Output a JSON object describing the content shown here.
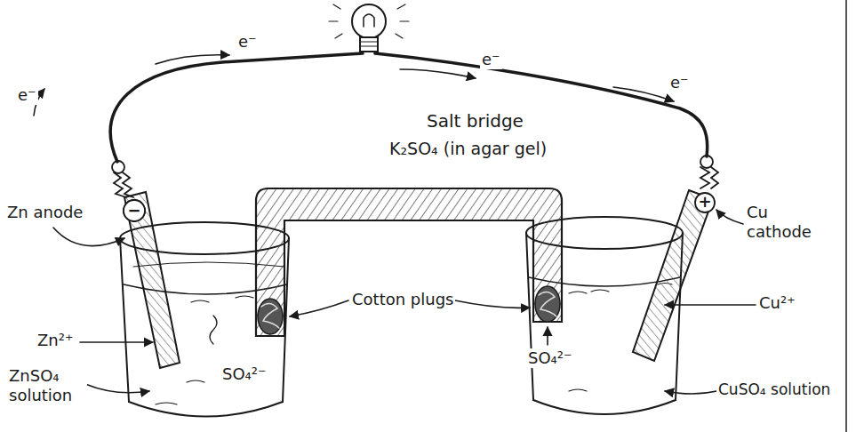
{
  "diagram": {
    "labels": [
      "e⁻",
      "e⁻",
      "e⁻",
      "e⁻",
      "Salt bridge",
      "K₂SO₄ (in agar gel)",
      "−",
      "+",
      "Zn anode",
      "Cu cathode",
      "Zn²⁺",
      "ZnSO₄ solution",
      "SO₄²⁻",
      "Cotton plugs",
      "SO₄²⁻",
      "Cu²⁺",
      "CuSO₄ solution"
    ]
  }
}
